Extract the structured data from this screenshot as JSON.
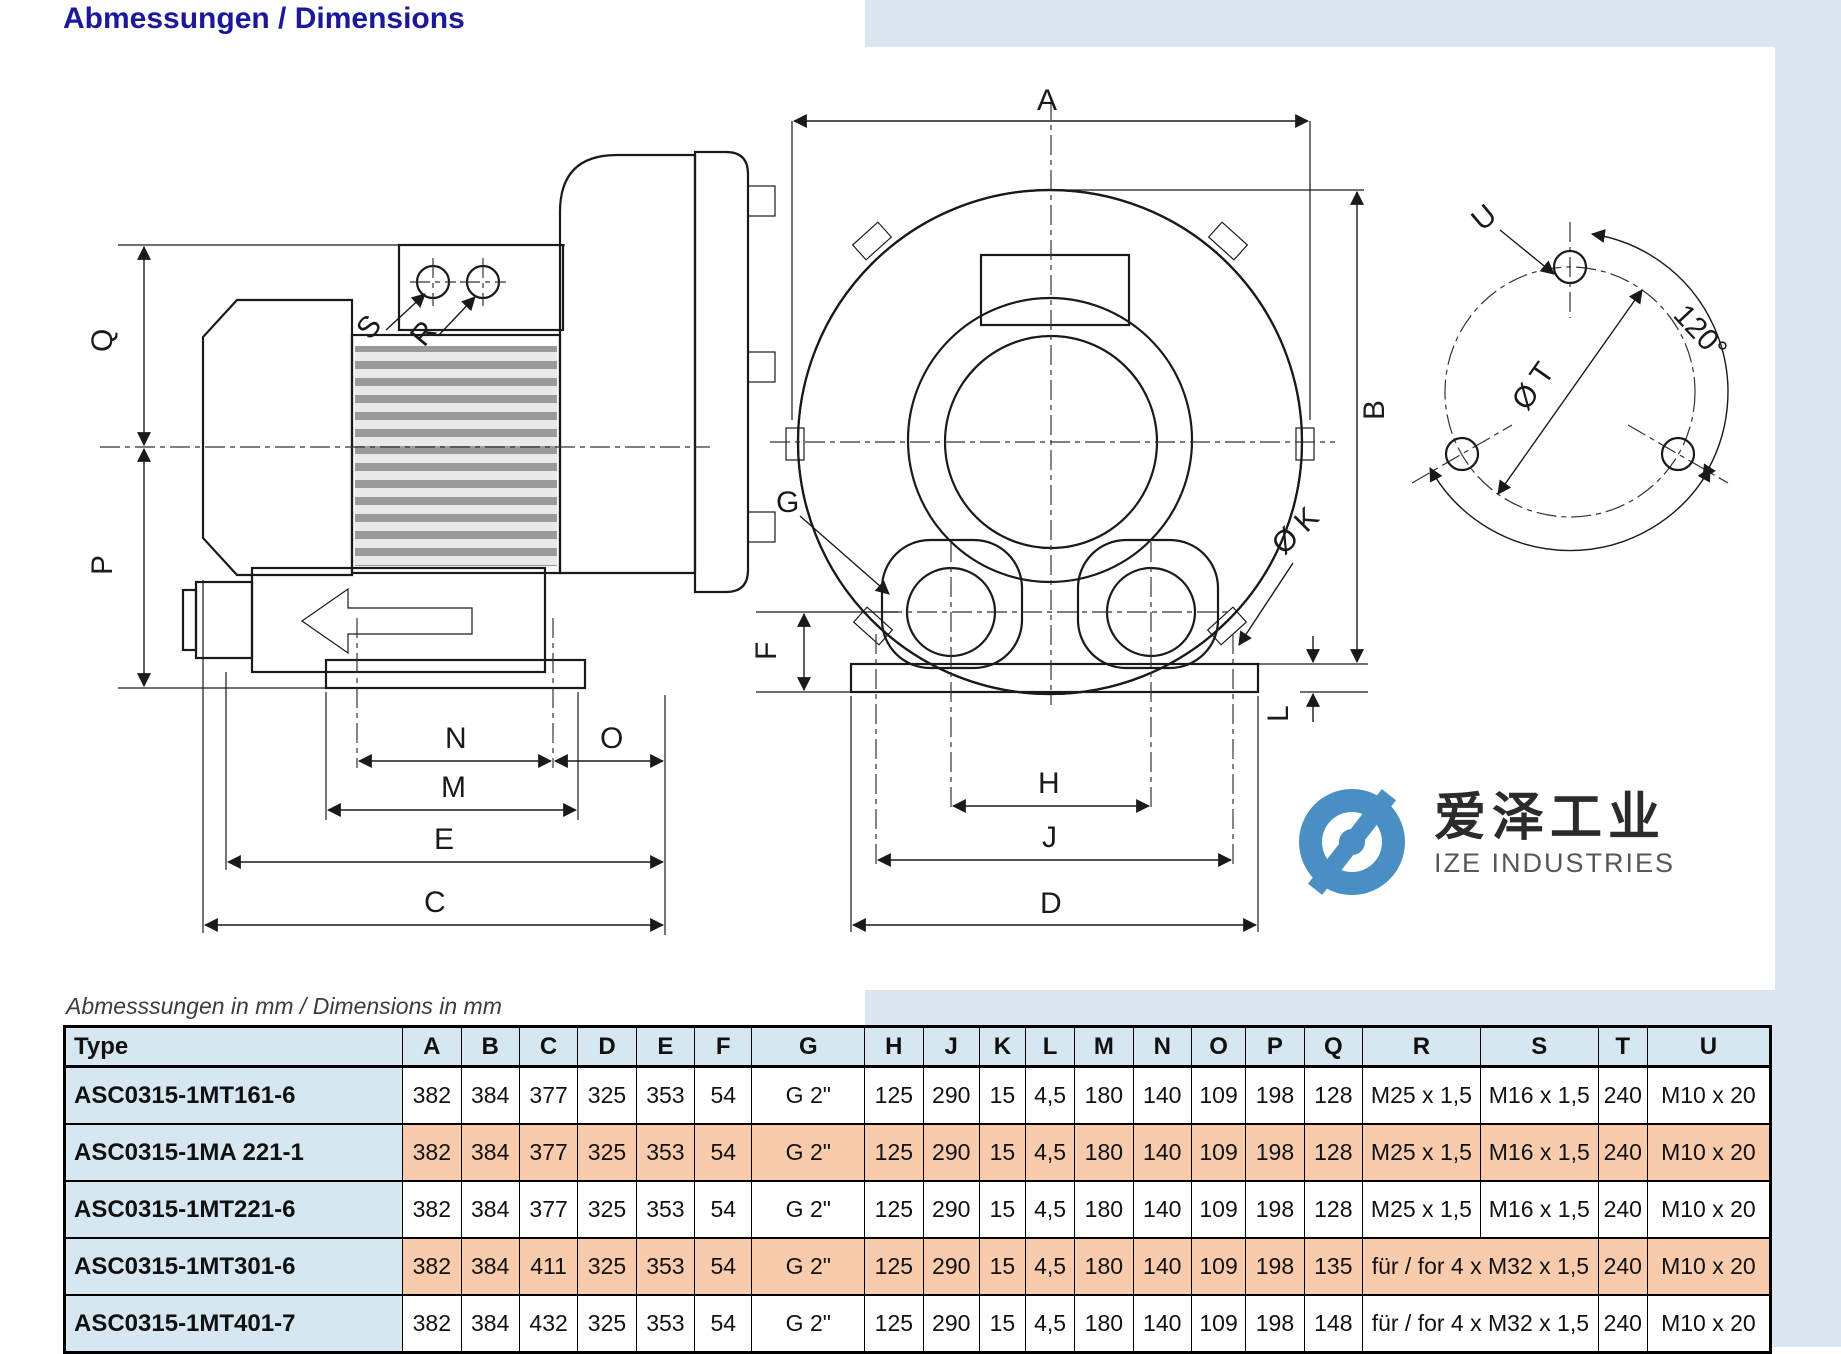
{
  "page": {
    "title": "Abmessungen / Dimensions",
    "table_caption": "Abmesssungen in mm / Dimensions in mm"
  },
  "logo": {
    "cn": "爱泽工业",
    "en": "IZE INDUSTRIES"
  },
  "colors": {
    "accent_band": "#dce6f2",
    "table_header_bg": "#d6e7f2",
    "row_highlight": "#f8cbad",
    "title_color": "#1c189a",
    "logo_blue": "#4a8fc4"
  },
  "drawing": {
    "labels": {
      "a": "A",
      "b": "B",
      "c": "C",
      "d": "D",
      "e": "E",
      "f": "F",
      "g": "G",
      "h": "H",
      "j": "J",
      "k": "Ø K",
      "l": "L",
      "m": "M",
      "n": "N",
      "o": "O",
      "p": "P",
      "q": "Q",
      "r": "R",
      "s": "S",
      "t": "Ø T",
      "u": "U",
      "angle": "120°"
    }
  },
  "table": {
    "headers": [
      "Type",
      "A",
      "B",
      "C",
      "D",
      "E",
      "F",
      "G",
      "H",
      "J",
      "K",
      "L",
      "M",
      "N",
      "O",
      "P",
      "Q",
      "R",
      "S",
      "T",
      "U"
    ],
    "rows": [
      {
        "type": "ASC0315-1MT161-6",
        "highlight": false,
        "cells": [
          {
            "t": "382"
          },
          {
            "t": "384"
          },
          {
            "t": "377"
          },
          {
            "t": "325"
          },
          {
            "t": "353"
          },
          {
            "t": "54"
          },
          {
            "t": "G 2\""
          },
          {
            "t": "125"
          },
          {
            "t": "290"
          },
          {
            "t": "15"
          },
          {
            "t": "4,5"
          },
          {
            "t": "180"
          },
          {
            "t": "140"
          },
          {
            "t": "109"
          },
          {
            "t": "198"
          },
          {
            "t": "128"
          },
          {
            "t": "M25 x 1,5"
          },
          {
            "t": "M16 x 1,5"
          },
          {
            "t": "240"
          },
          {
            "t": "M10 x 20"
          }
        ]
      },
      {
        "type": "ASC0315-1MA 221-1",
        "highlight": true,
        "cells": [
          {
            "t": "382"
          },
          {
            "t": "384"
          },
          {
            "t": "377"
          },
          {
            "t": "325"
          },
          {
            "t": "353"
          },
          {
            "t": "54"
          },
          {
            "t": "G 2\""
          },
          {
            "t": "125"
          },
          {
            "t": "290"
          },
          {
            "t": "15"
          },
          {
            "t": "4,5"
          },
          {
            "t": "180"
          },
          {
            "t": "140"
          },
          {
            "t": "109"
          },
          {
            "t": "198"
          },
          {
            "t": "128"
          },
          {
            "t": "M25 x 1,5"
          },
          {
            "t": "M16 x 1,5"
          },
          {
            "t": "240"
          },
          {
            "t": "M10 x 20"
          }
        ]
      },
      {
        "type": "ASC0315-1MT221-6",
        "highlight": false,
        "cells": [
          {
            "t": "382"
          },
          {
            "t": "384"
          },
          {
            "t": "377"
          },
          {
            "t": "325"
          },
          {
            "t": "353"
          },
          {
            "t": "54"
          },
          {
            "t": "G 2\""
          },
          {
            "t": "125"
          },
          {
            "t": "290"
          },
          {
            "t": "15"
          },
          {
            "t": "4,5"
          },
          {
            "t": "180"
          },
          {
            "t": "140"
          },
          {
            "t": "109"
          },
          {
            "t": "198"
          },
          {
            "t": "128"
          },
          {
            "t": "M25 x 1,5"
          },
          {
            "t": "M16 x 1,5"
          },
          {
            "t": "240"
          },
          {
            "t": "M10 x 20"
          }
        ]
      },
      {
        "type": "ASC0315-1MT301-6",
        "highlight": true,
        "cells": [
          {
            "t": "382"
          },
          {
            "t": "384"
          },
          {
            "t": "411"
          },
          {
            "t": "325"
          },
          {
            "t": "353"
          },
          {
            "t": "54"
          },
          {
            "t": "G 2\""
          },
          {
            "t": "125"
          },
          {
            "t": "290"
          },
          {
            "t": "15"
          },
          {
            "t": "4,5"
          },
          {
            "t": "180"
          },
          {
            "t": "140"
          },
          {
            "t": "109"
          },
          {
            "t": "198"
          },
          {
            "t": "135"
          },
          {
            "t": "für / for 4 x M32 x 1,5",
            "span": 2
          },
          {
            "t": "240"
          },
          {
            "t": "M10 x 20"
          }
        ]
      },
      {
        "type": "ASC0315-1MT401-7",
        "highlight": false,
        "cells": [
          {
            "t": "382"
          },
          {
            "t": "384"
          },
          {
            "t": "432"
          },
          {
            "t": "325"
          },
          {
            "t": "353"
          },
          {
            "t": "54"
          },
          {
            "t": "G 2\""
          },
          {
            "t": "125"
          },
          {
            "t": "290"
          },
          {
            "t": "15"
          },
          {
            "t": "4,5"
          },
          {
            "t": "180"
          },
          {
            "t": "140"
          },
          {
            "t": "109"
          },
          {
            "t": "198"
          },
          {
            "t": "148"
          },
          {
            "t": "für / for 4 x M32 x 1,5",
            "span": 2
          },
          {
            "t": "240"
          },
          {
            "t": "M10 x 20"
          }
        ]
      }
    ]
  }
}
